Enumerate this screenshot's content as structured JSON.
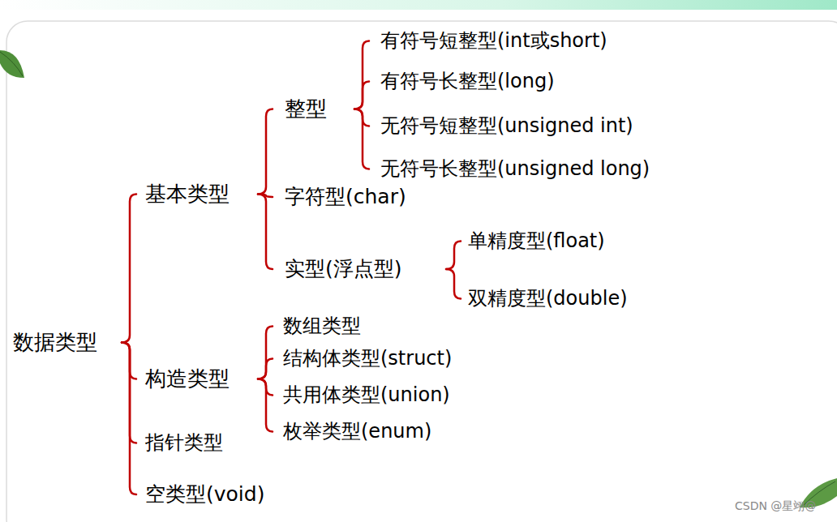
{
  "diagram": {
    "nodes": [
      {
        "text": [
          "数据类型"
        ]
      },
      {
        "text": [
          "基本类型"
        ]
      },
      {
        "text": [
          "整型"
        ]
      },
      {
        "text": [
          "有符号短整型(int或short)"
        ]
      },
      {
        "text": [
          "有符号长整型(long)"
        ]
      },
      {
        "text": [
          "无符号短整型(unsigned int)"
        ]
      },
      {
        "text": [
          "无符号长整型(unsigned long)"
        ]
      },
      {
        "text": [
          "字符型(char)"
        ]
      },
      {
        "text": [
          "实型(浮点型)"
        ]
      },
      {
        "text": [
          "单精度型(float)"
        ]
      },
      {
        "text": [
          "双精度型(double)"
        ]
      },
      {
        "text": [
          "构造类型"
        ]
      },
      {
        "text": [
          "数组类型"
        ]
      },
      {
        "text": [
          "结构体类型(struct)"
        ]
      },
      {
        "text": [
          "共用体类型(union)"
        ]
      },
      {
        "text": [
          "枚举类型(enum)"
        ]
      },
      {
        "text": [
          "指针类型"
        ]
      },
      {
        "text": [
          "空类型(void)"
        ]
      }
    ],
    "edges": [
      {
        "from": 0,
        "to": 1,
        "arrow": "none"
      },
      {
        "from": 0,
        "to": 11,
        "arrow": "none"
      },
      {
        "from": 0,
        "to": 16,
        "arrow": "none"
      },
      {
        "from": 0,
        "to": 17,
        "arrow": "none"
      },
      {
        "from": 1,
        "to": 2,
        "arrow": "none"
      },
      {
        "from": 1,
        "to": 7,
        "arrow": "none"
      },
      {
        "from": 1,
        "to": 8,
        "arrow": "none"
      },
      {
        "from": 2,
        "to": 3,
        "arrow": "none"
      },
      {
        "from": 2,
        "to": 4,
        "arrow": "none"
      },
      {
        "from": 2,
        "to": 5,
        "arrow": "none"
      },
      {
        "from": 2,
        "to": 6,
        "arrow": "none"
      },
      {
        "from": 8,
        "to": 9,
        "arrow": "none"
      },
      {
        "from": 8,
        "to": 10,
        "arrow": "none"
      },
      {
        "from": 11,
        "to": 12,
        "arrow": "none"
      },
      {
        "from": 11,
        "to": 13,
        "arrow": "none"
      },
      {
        "from": 11,
        "to": 14,
        "arrow": "none"
      },
      {
        "from": 11,
        "to": 15,
        "arrow": "none"
      }
    ],
    "labels": [
      "CSDN @星翊@"
    ]
  }
}
